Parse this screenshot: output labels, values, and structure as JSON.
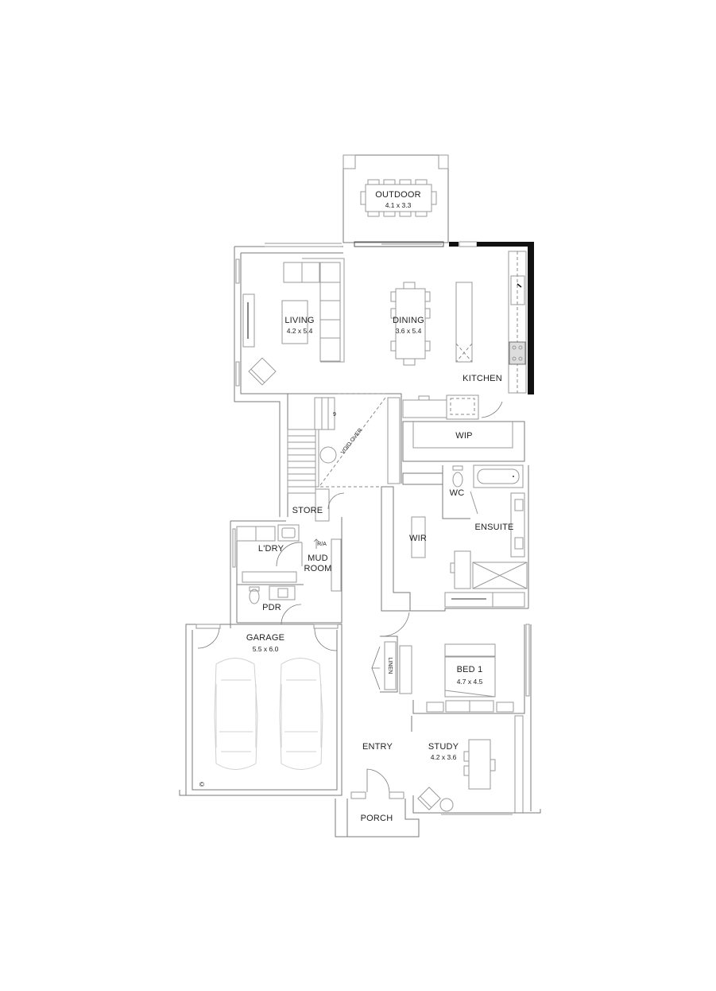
{
  "plan": {
    "rooms": {
      "outdoor": {
        "name": "OUTDOOR",
        "size": "4.1 x 3.3"
      },
      "living": {
        "name": "LIVING",
        "size": "4.2 x 5.4"
      },
      "dining": {
        "name": "DINING",
        "size": "3.6 x 5.4"
      },
      "kitchen": {
        "name": "KITCHEN"
      },
      "void": {
        "name": "VOID OVER"
      },
      "wip": {
        "name": "WIP"
      },
      "store": {
        "name": "STORE"
      },
      "wc": {
        "name": "WC"
      },
      "ensuite": {
        "name": "ENSUITE"
      },
      "wir": {
        "name": "WIR"
      },
      "laundry": {
        "name": "L'DRY"
      },
      "mudroom": {
        "line1": "MUD",
        "line2": "ROOM"
      },
      "ra": {
        "name": "R/A"
      },
      "pdr": {
        "name": "PDR"
      },
      "garage": {
        "name": "GARAGE",
        "size": "5.5 x 6.0"
      },
      "linen": {
        "name": "LINEN"
      },
      "bed1": {
        "name": "BED 1",
        "size": "4.7 x 4.5"
      },
      "entry": {
        "name": "ENTRY"
      },
      "study": {
        "name": "STUDY",
        "size": "4.2 x 3.6"
      },
      "porch": {
        "name": "PORCH"
      }
    },
    "stair_number": "9",
    "copyright_symbol": "©"
  }
}
